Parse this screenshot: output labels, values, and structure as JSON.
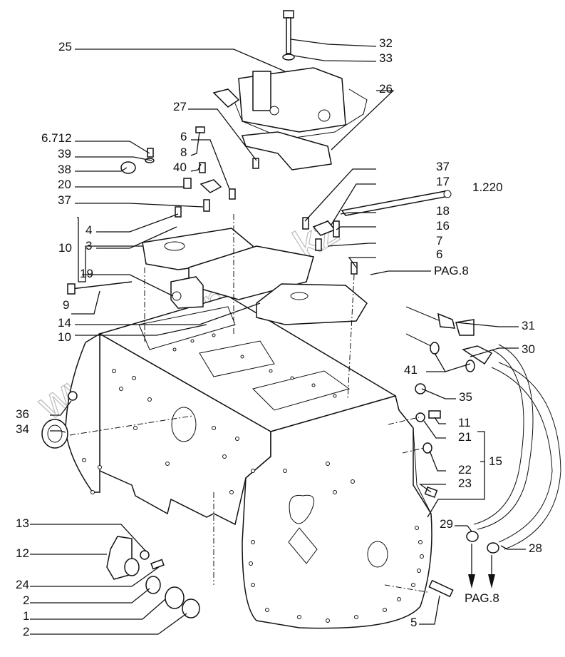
{
  "diagram": {
    "title": "Exploded parts view — transmission housing and hydraulic valve",
    "watermark": "www.simon-too.kz",
    "arrow_reference": "PAG.8",
    "callouts": [
      {
        "id": "c25",
        "label": "25"
      },
      {
        "id": "c32",
        "label": "32"
      },
      {
        "id": "c33",
        "label": "33"
      },
      {
        "id": "c26",
        "label": "26"
      },
      {
        "id": "c27",
        "label": "27"
      },
      {
        "id": "c6712",
        "label": "6.712"
      },
      {
        "id": "c39",
        "label": "39"
      },
      {
        "id": "c38",
        "label": "38"
      },
      {
        "id": "c20",
        "label": "20"
      },
      {
        "id": "c37a",
        "label": "37"
      },
      {
        "id": "c6a",
        "label": "6"
      },
      {
        "id": "c8",
        "label": "8"
      },
      {
        "id": "c40",
        "label": "40"
      },
      {
        "id": "c37b",
        "label": "37"
      },
      {
        "id": "c17",
        "label": "17"
      },
      {
        "id": "c1220",
        "label": "1.220"
      },
      {
        "id": "c18",
        "label": "18"
      },
      {
        "id": "c16",
        "label": "16"
      },
      {
        "id": "c7",
        "label": "7"
      },
      {
        "id": "c6b",
        "label": "6"
      },
      {
        "id": "cpag8a",
        "label": "PAG.8"
      },
      {
        "id": "c4",
        "label": "4"
      },
      {
        "id": "c3",
        "label": "3"
      },
      {
        "id": "c10a",
        "label": "10"
      },
      {
        "id": "c19",
        "label": "19"
      },
      {
        "id": "c9",
        "label": "9"
      },
      {
        "id": "c14",
        "label": "14"
      },
      {
        "id": "c10b",
        "label": "10"
      },
      {
        "id": "c31",
        "label": "31"
      },
      {
        "id": "c30",
        "label": "30"
      },
      {
        "id": "c41",
        "label": "41"
      },
      {
        "id": "c35",
        "label": "35"
      },
      {
        "id": "c36",
        "label": "36"
      },
      {
        "id": "c34",
        "label": "34"
      },
      {
        "id": "c11",
        "label": "11"
      },
      {
        "id": "c21",
        "label": "21"
      },
      {
        "id": "c15",
        "label": "15"
      },
      {
        "id": "c22",
        "label": "22"
      },
      {
        "id": "c23",
        "label": "23"
      },
      {
        "id": "c13",
        "label": "13"
      },
      {
        "id": "c12",
        "label": "12"
      },
      {
        "id": "c24",
        "label": "24"
      },
      {
        "id": "c2a",
        "label": "2"
      },
      {
        "id": "c1",
        "label": "1"
      },
      {
        "id": "c2b",
        "label": "2"
      },
      {
        "id": "c29",
        "label": "29"
      },
      {
        "id": "c28",
        "label": "28"
      },
      {
        "id": "c5",
        "label": "5"
      },
      {
        "id": "cpag8b",
        "label": "PAG.8"
      }
    ]
  }
}
